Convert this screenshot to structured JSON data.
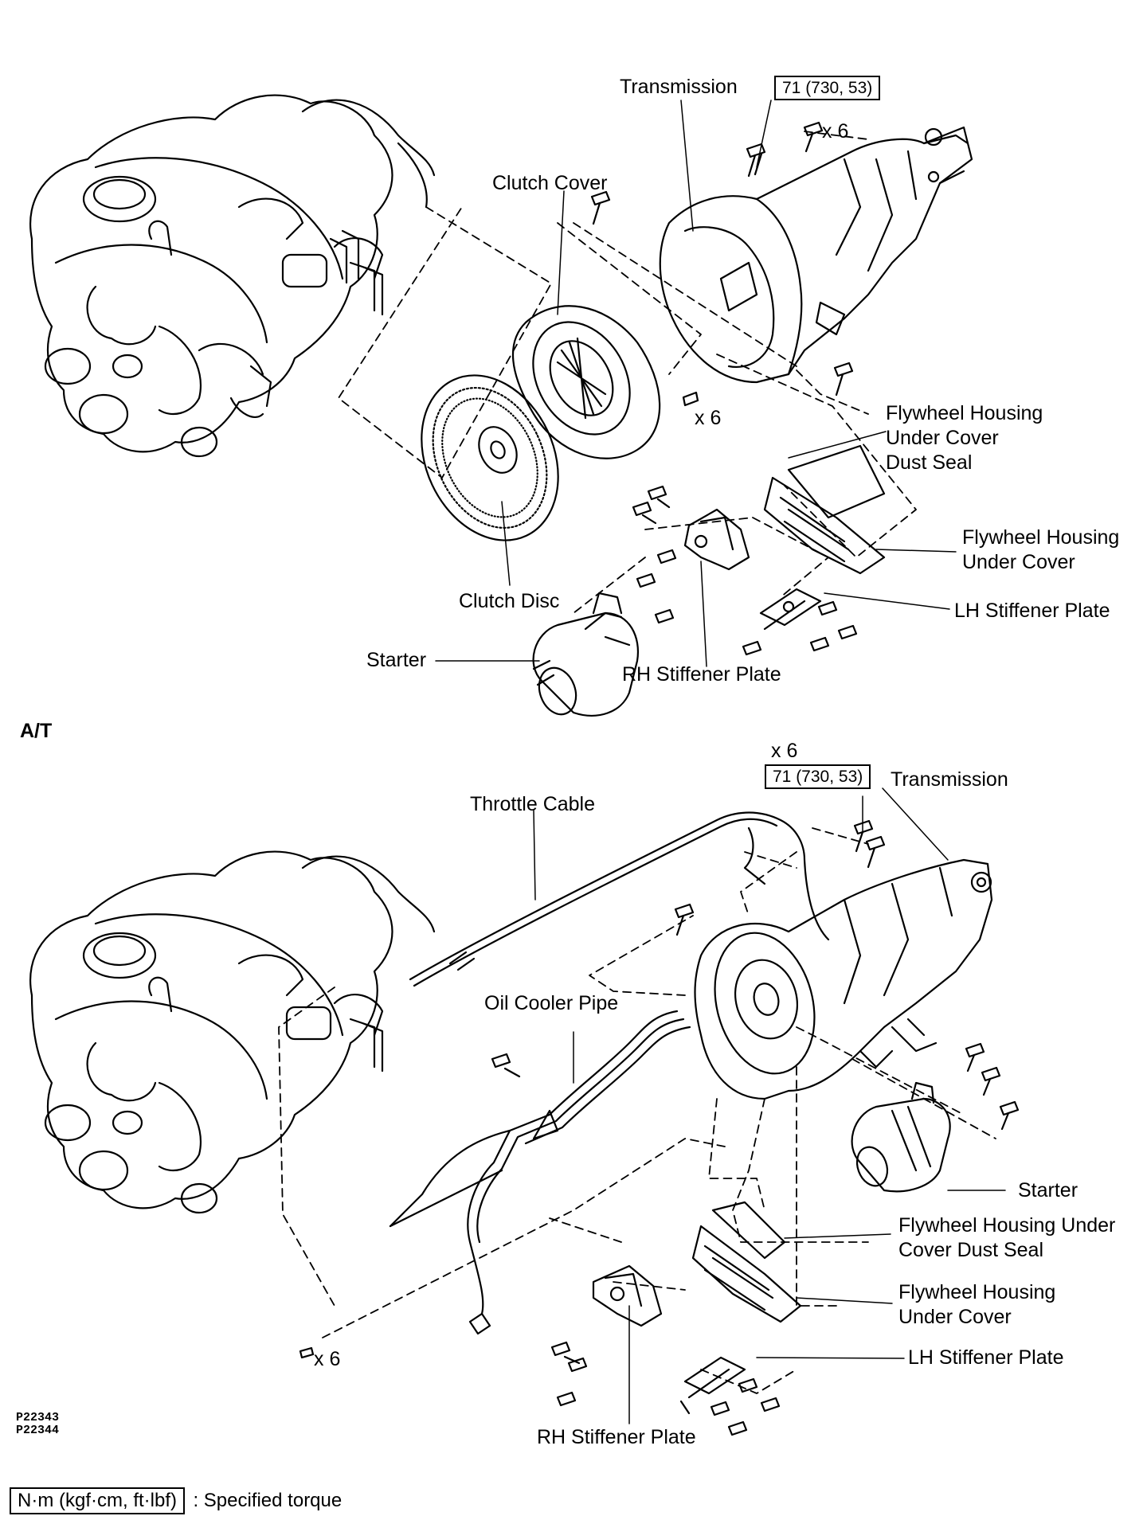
{
  "manual_transmission": {
    "transmission": "Transmission",
    "torque": "71 (730, 53)",
    "bolt_count_top": "x 6",
    "clutch_cover": "Clutch Cover",
    "bolt_count_clutch": "x 6",
    "dust_seal_lines": [
      "Flywheel Housing",
      "Under Cover",
      "Dust Seal"
    ],
    "under_cover_lines": [
      "Flywheel Housing",
      "Under Cover"
    ],
    "clutch_disc": "Clutch Disc",
    "lh_stiffener": "LH Stiffener Plate",
    "starter": "Starter",
    "rh_stiffener": "RH Stiffener Plate"
  },
  "automatic_transmission": {
    "section_title": "A/T",
    "bolt_count_top": "x 6",
    "torque": "71 (730, 53)",
    "transmission": "Transmission",
    "throttle_cable": "Throttle Cable",
    "oil_cooler_pipe": "Oil Cooler Pipe",
    "starter": "Starter",
    "dust_seal_lines": [
      "Flywheel Housing Under",
      "Cover Dust Seal"
    ],
    "under_cover_lines": [
      "Flywheel Housing",
      "Under Cover"
    ],
    "lh_stiffener": "LH Stiffener Plate",
    "bolt_count_engine": "x 6",
    "rh_stiffener": "RH Stiffener Plate"
  },
  "figure_codes": [
    "P22343",
    "P22344"
  ],
  "legend": {
    "torque_unit": "N·m (kgf·cm, ft·lbf)",
    "description": ": Specified torque"
  }
}
